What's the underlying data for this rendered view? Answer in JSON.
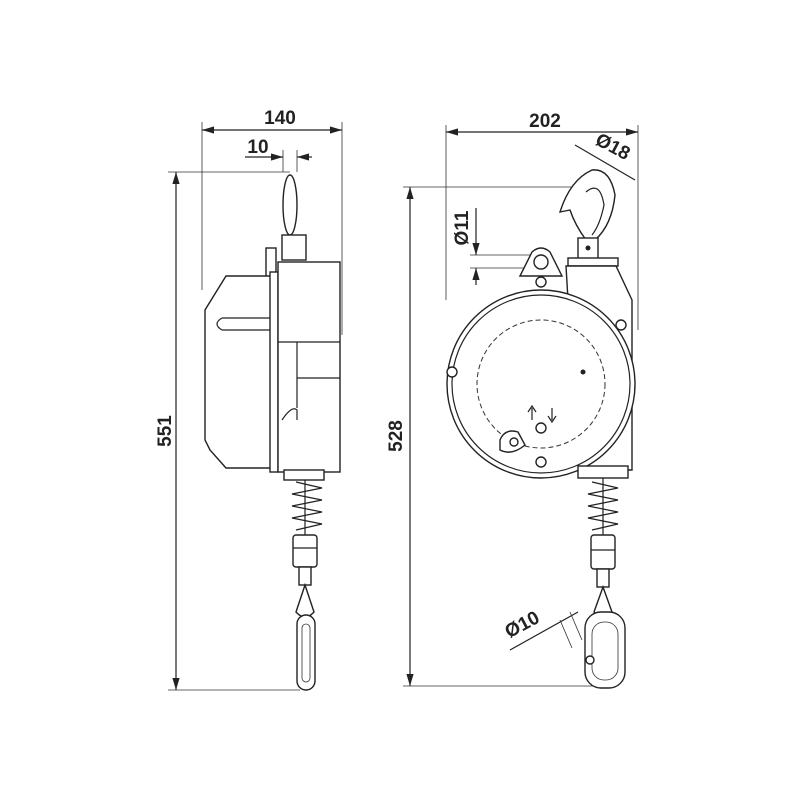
{
  "drawing": {
    "side_view": {
      "width_label": "140",
      "offset_label": "10",
      "height_label": "551"
    },
    "front_view": {
      "width_label": "202",
      "hook_diameter_label": "Ø18",
      "eye_diameter_label": "Ø11",
      "height_label": "528",
      "carabiner_diameter_label": "Ø10"
    },
    "line_color": "#222222"
  }
}
